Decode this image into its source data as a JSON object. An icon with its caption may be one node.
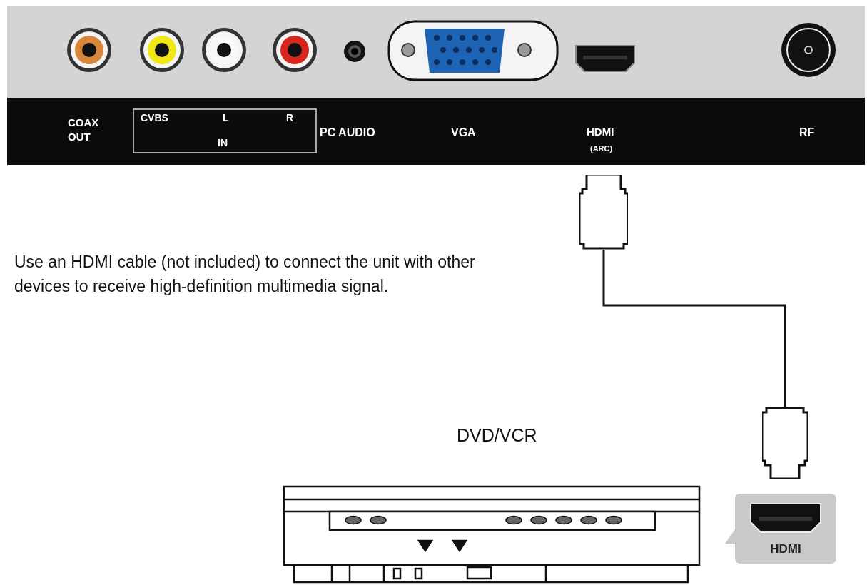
{
  "diagram": {
    "nodes": [
      {
        "text": [],
        "shape": "box"
      },
      {
        "text": [],
        "shape": "box"
      },
      {
        "text": [
          "HDMI"
        ]
      }
    ],
    "edges": [
      {
        "from": 0,
        "to": 1,
        "arrow": "none"
      }
    ],
    "labels": [
      "COAX OUT",
      "CVBS",
      "L",
      "R",
      "IN",
      "PC AUDIO",
      "VGA",
      "HDMI",
      "(ARC)",
      "RF",
      "Use an HDMI cable (not included) to connect the unit with other devices to receive high-definition multimedia signal.",
      "DVD/VCR"
    ]
  }
}
